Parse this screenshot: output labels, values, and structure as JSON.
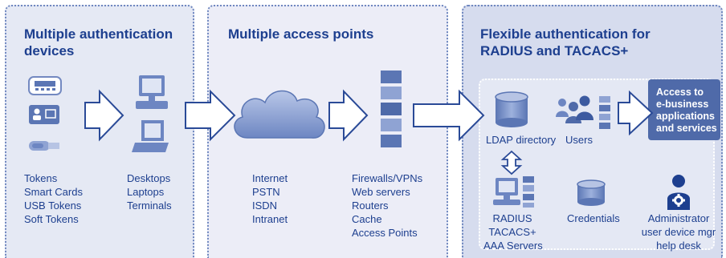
{
  "panels": {
    "devices": {
      "title_line1": "Multiple authentication",
      "title_line2": "devices",
      "tokens_list": [
        "Tokens",
        "Smart Cards",
        "USB Tokens",
        "Soft Tokens"
      ],
      "endpoints_list": [
        "Desktops",
        "Laptops",
        "Terminals"
      ]
    },
    "access_points": {
      "title": "Multiple access points",
      "networks_list": [
        "Internet",
        "PSTN",
        "ISDN",
        "Intranet"
      ],
      "infrastructure_list": [
        "Firewalls/VPNs",
        "Web servers",
        "Routers",
        "Cache",
        "Access Points"
      ]
    },
    "flexible_auth": {
      "title_line1": "Flexible authentication for",
      "title_line2": "RADIUS and TACACS+",
      "ldap_label": "LDAP directory",
      "users_label": "Users",
      "radius_lines": [
        "RADIUS",
        "TACACS+",
        "AAA Servers"
      ],
      "credentials_label": "Credentials",
      "admin_lines": [
        "Administrator",
        "user device mgr",
        "help desk"
      ],
      "access_box_lines": [
        "Access to",
        "e-business",
        "applications",
        "and services"
      ]
    }
  },
  "colors": {
    "brand_blue": "#1d3f8f",
    "mid_blue": "#4f6aa9",
    "light_blue": "#8fa3d3",
    "panel_bg": "#e5e9f4"
  }
}
